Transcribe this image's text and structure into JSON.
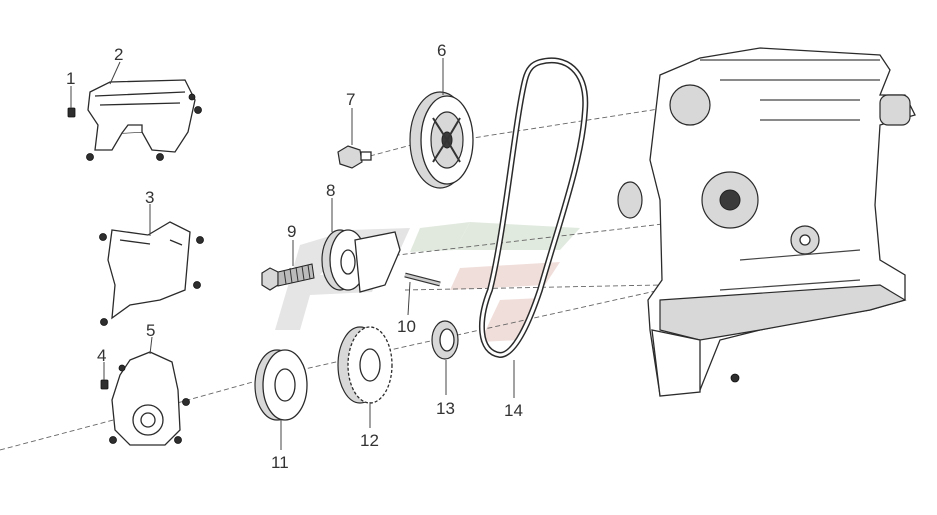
{
  "callouts": [
    {
      "id": "1",
      "label": "1"
    },
    {
      "id": "2",
      "label": "2"
    },
    {
      "id": "3",
      "label": "3"
    },
    {
      "id": "4",
      "label": "4"
    },
    {
      "id": "5",
      "label": "5"
    },
    {
      "id": "6",
      "label": "6"
    },
    {
      "id": "7",
      "label": "7"
    },
    {
      "id": "8",
      "label": "8"
    },
    {
      "id": "9",
      "label": "9"
    },
    {
      "id": "10",
      "label": "10"
    },
    {
      "id": "11",
      "label": "11"
    },
    {
      "id": "12",
      "label": "12"
    },
    {
      "id": "13",
      "label": "13"
    },
    {
      "id": "14",
      "label": "14"
    }
  ],
  "colors": {
    "line": "#2b2b2b",
    "label": "#333333",
    "watermark_gray": "#cfcfcf",
    "watermark_green": "#c9d8c4",
    "watermark_red": "#e4c4bd"
  }
}
